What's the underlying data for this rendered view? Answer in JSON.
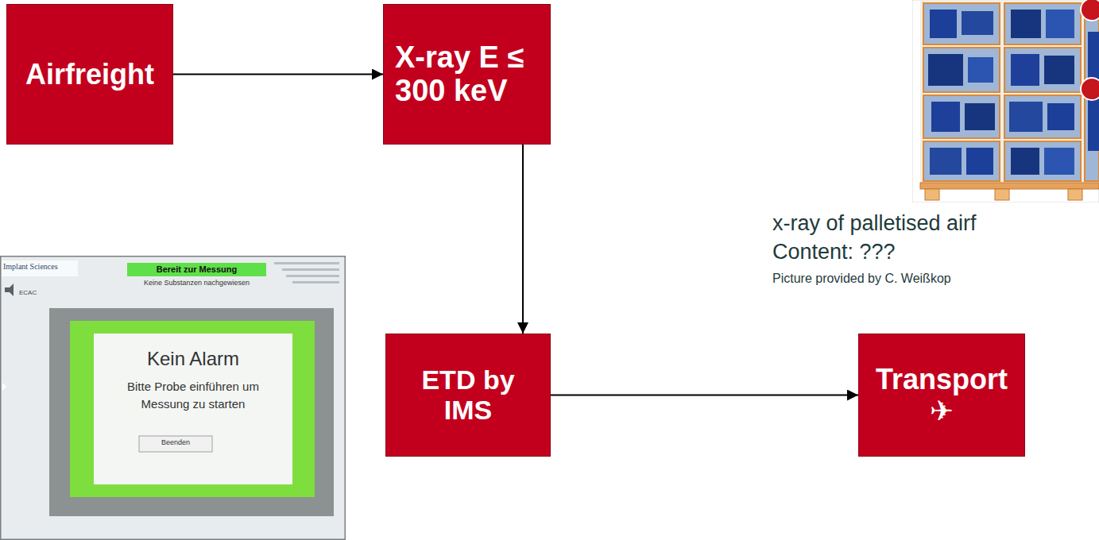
{
  "diagram": {
    "nodes": [
      {
        "text": [
          "Airfreight"
        ]
      },
      {
        "text": [
          "X-ray E ≤ 300 keV"
        ]
      },
      {
        "text": [
          "ETD by IMS"
        ]
      },
      {
        "text": [
          "Transport ✈"
        ]
      }
    ],
    "edges": [
      {
        "from": 0,
        "to": 1,
        "arrow": "to"
      },
      {
        "from": 1,
        "to": 2,
        "arrow": "to"
      },
      {
        "from": 2,
        "to": 3,
        "arrow": "to"
      }
    ],
    "labels": [
      "x-ray of palletised airf",
      "Content: ???",
      "Picture provided by C. Weißkop",
      "Implant Sciences",
      "Bereit zur Messung",
      "Keine Substanzen nachgewiesen",
      "ECAC",
      "Kein Alarm",
      "Bitte Probe einführen um Messung zu starten",
      "Beenden"
    ]
  }
}
